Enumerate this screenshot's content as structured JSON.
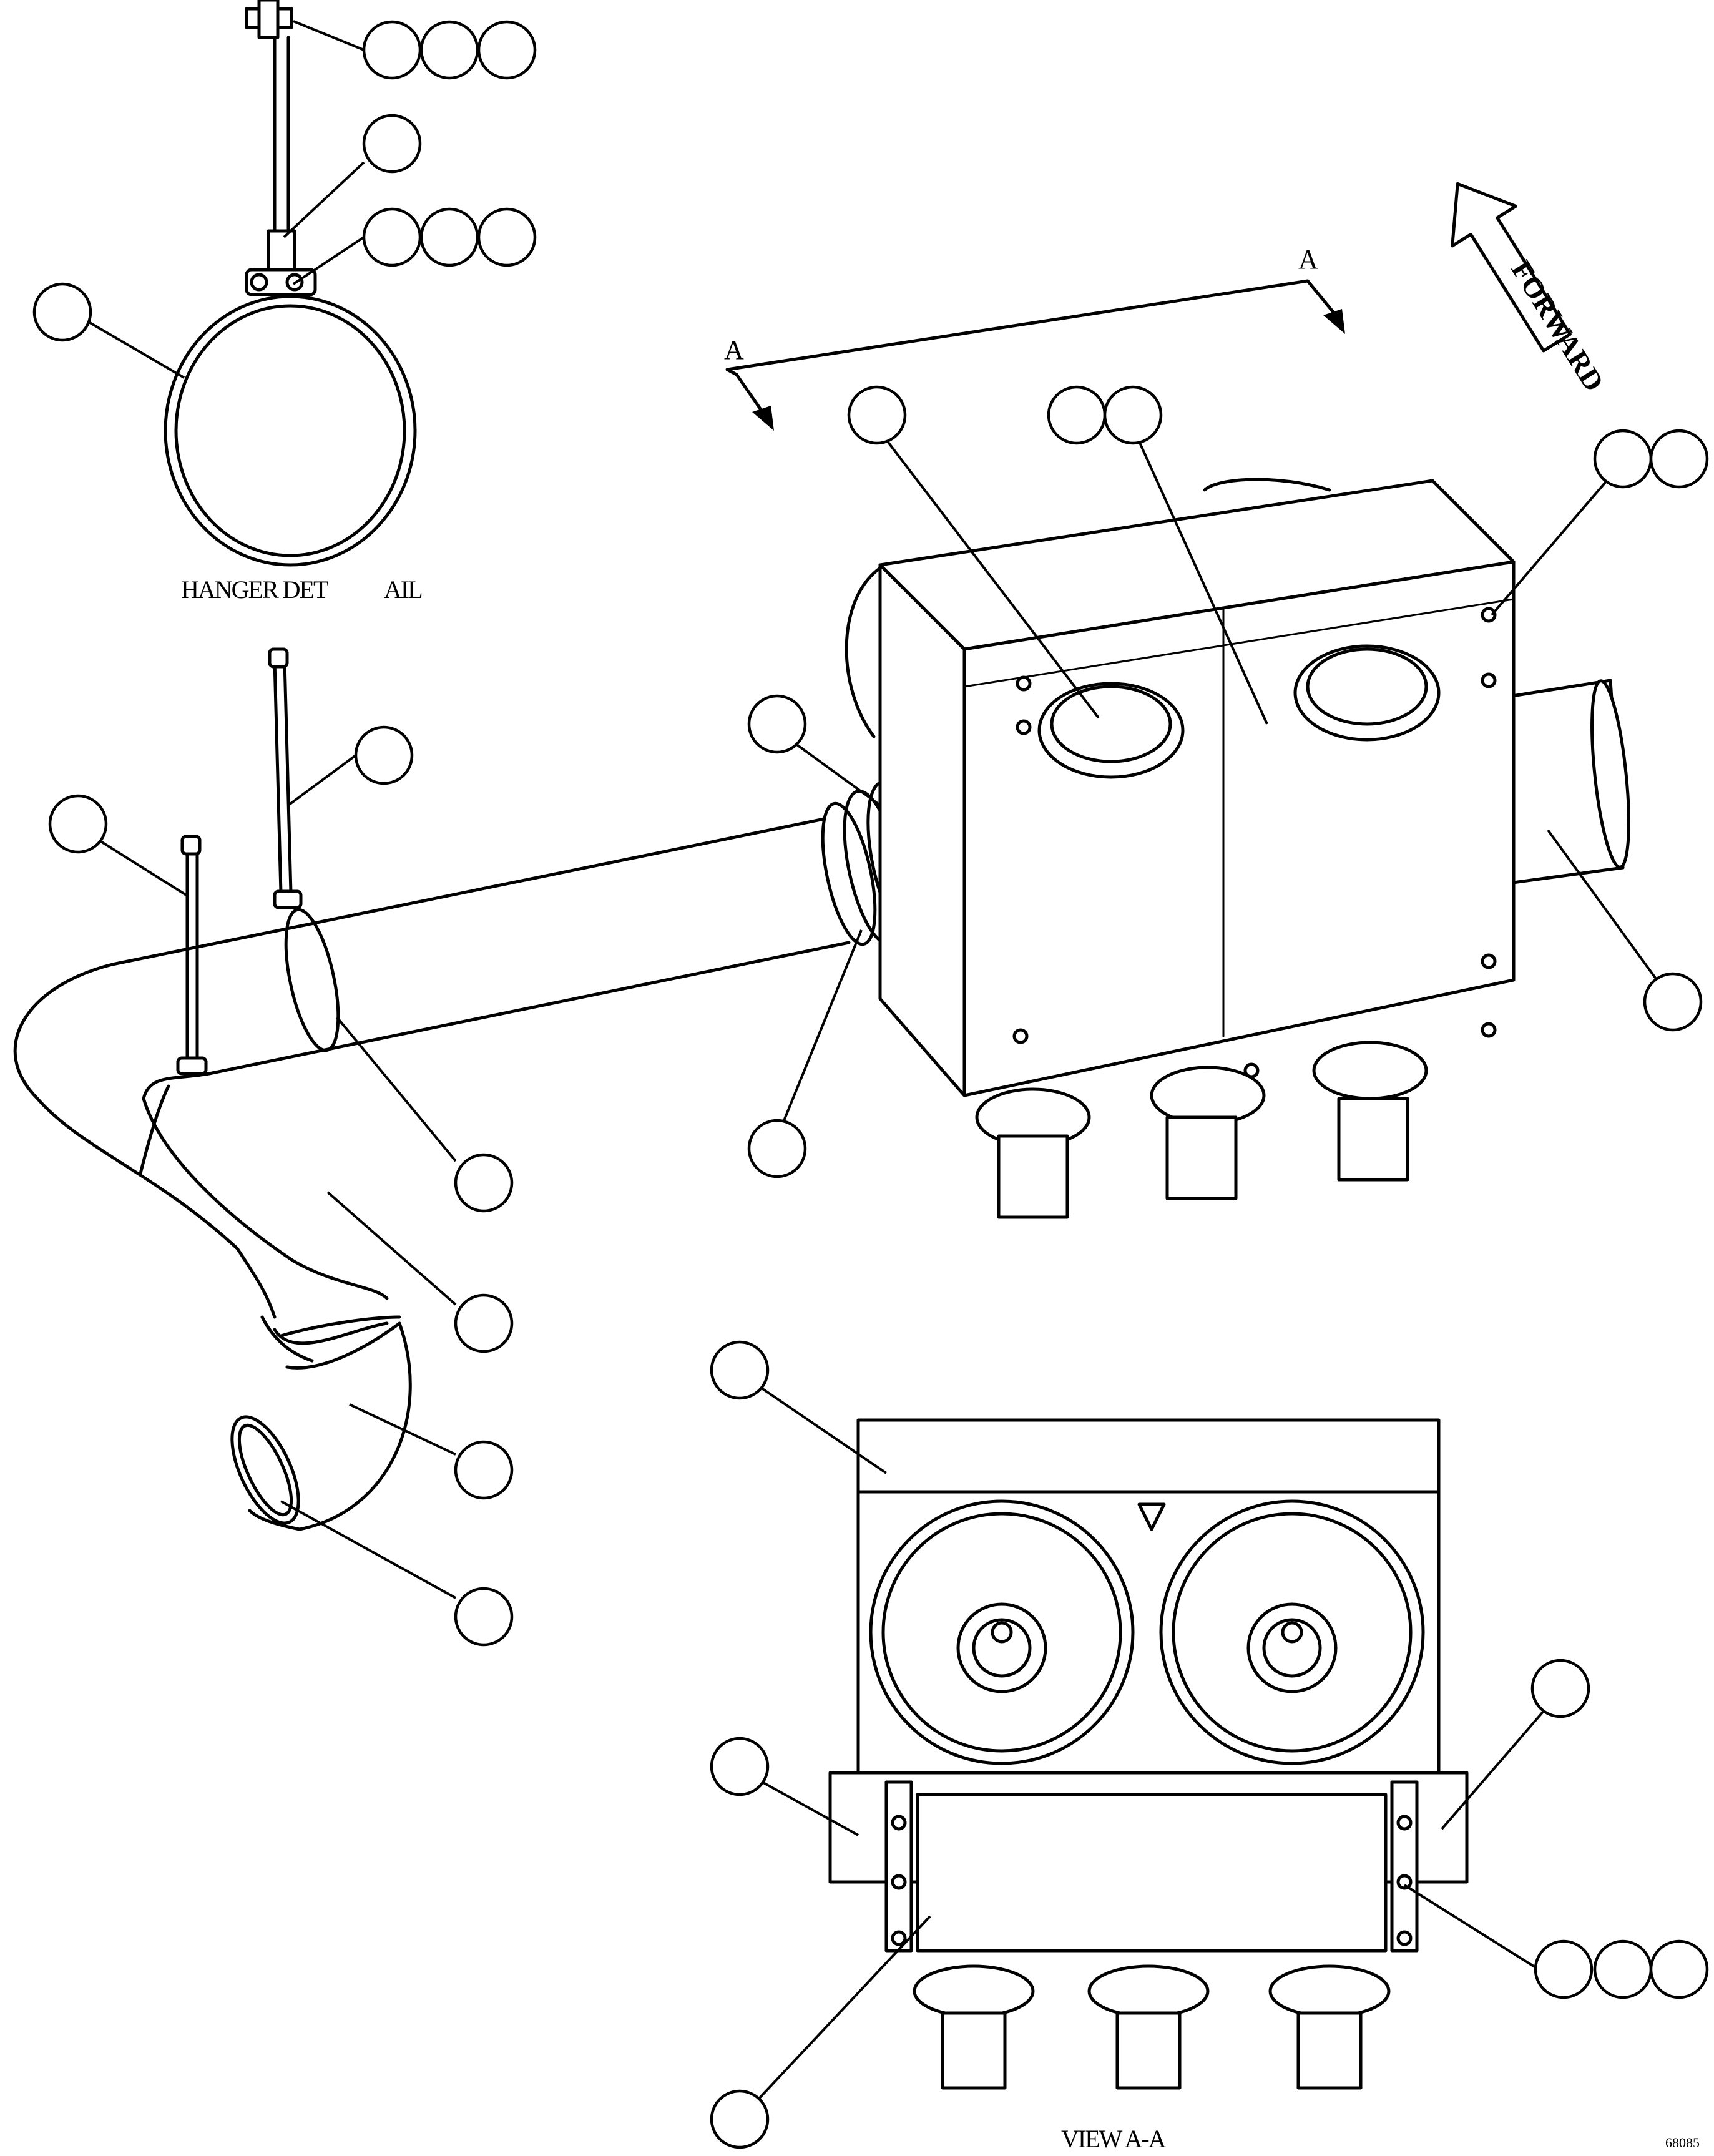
{
  "hanger_detail": {
    "caption_left": "HANGER DET",
    "caption_right": "AIL"
  },
  "section_marker": {
    "letter_top": "A",
    "letter_bottom": "A"
  },
  "direction_arrow": {
    "label": "FORWARD"
  },
  "view_caption": "VIEW A-A",
  "drawing_number": "68085"
}
